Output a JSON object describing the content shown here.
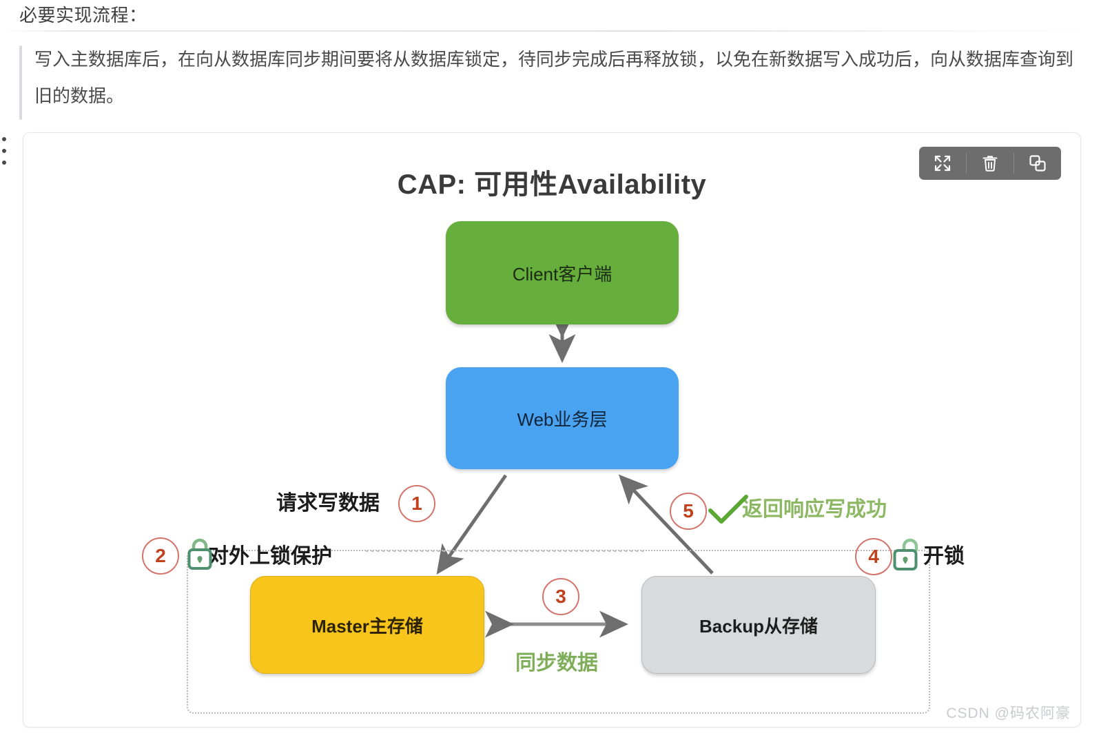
{
  "page": {
    "heading": "必要实现流程：",
    "quote": "写入主数据库后，在向从数据库同步期间要将从数据库锁定，待同步完成后再释放锁，以免在新数据写入成功后，向从数据库查询到旧的数据。"
  },
  "toolbar": {
    "expand_label": "expand-icon",
    "delete_label": "trash-icon",
    "copy_label": "copy-icon"
  },
  "diagram": {
    "title": "CAP: 可用性Availability",
    "nodes": [
      {
        "id": "client",
        "label": "Client客户端",
        "color": "#66af3c"
      },
      {
        "id": "web",
        "label": "Web业务层",
        "color": "#4aa3f0"
      },
      {
        "id": "master",
        "label": "Master主存储",
        "color": "#f7c51c"
      },
      {
        "id": "backup",
        "label": "Backup从存储",
        "color": "#d9dadb"
      }
    ],
    "steps": [
      {
        "number": "1",
        "label": "请求写数据",
        "color": "#1b1b1b"
      },
      {
        "number": "2",
        "label": "对外上锁保护",
        "color": "#1b1b1b",
        "icon": "lock-closed-icon"
      },
      {
        "number": "3",
        "label": "同步数据",
        "color": "#7fae5a"
      },
      {
        "number": "4",
        "label": "开锁",
        "color": "#1b1b1b",
        "icon": "lock-open-icon"
      },
      {
        "number": "5",
        "label": "返回响应写成功",
        "color": "#8cb863",
        "icon": "check-icon"
      }
    ],
    "step_circle_color": "#c0411c",
    "arrow_color": "#6e6e6e"
  },
  "watermark": "CSDN @码农阿豪"
}
